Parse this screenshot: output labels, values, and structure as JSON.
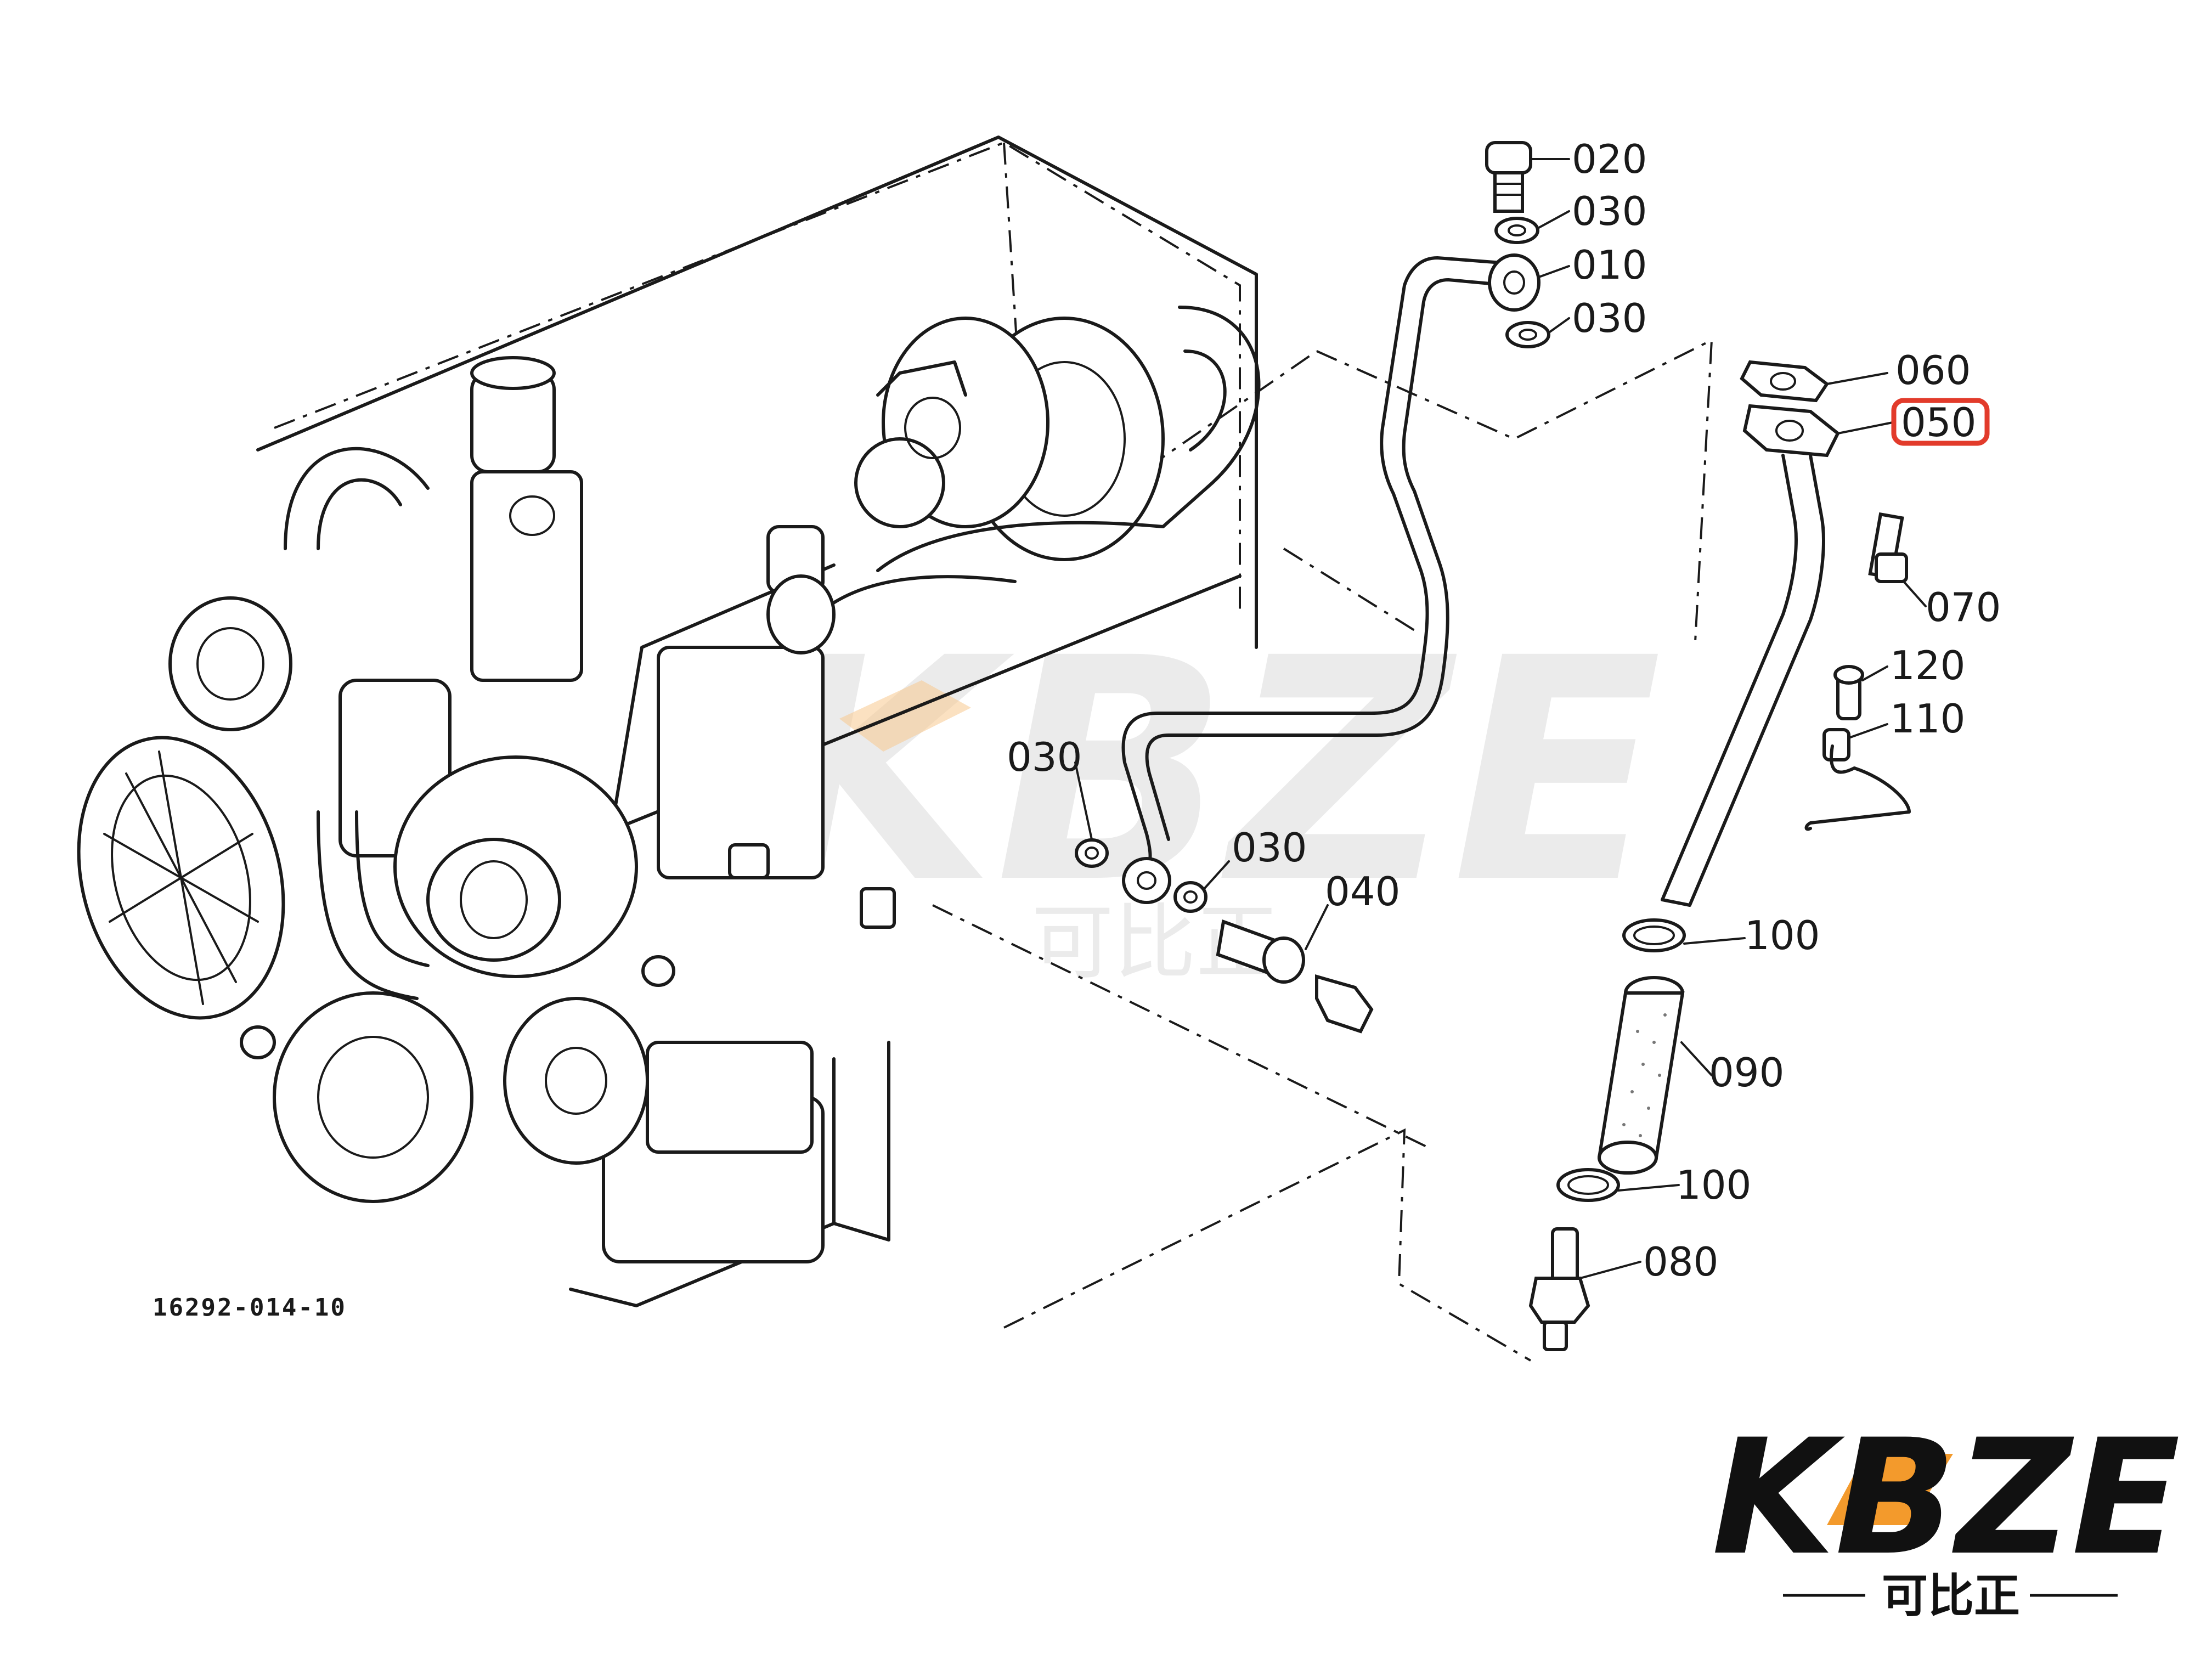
{
  "diagram": {
    "drawing_code": "16292-014-10",
    "part_labels": [
      "020",
      "030",
      "010",
      "030",
      "060",
      "050",
      "070",
      "120",
      "110",
      "030",
      "030",
      "040",
      "100",
      "090",
      "100",
      "080"
    ],
    "highlighted_label": "050",
    "highlight_color": "#e23b2b"
  },
  "watermark": {
    "text": "KBZE",
    "subtext": "可比正"
  },
  "logo": {
    "text": "KBZE",
    "subtext": "可比正",
    "accent_color": "#f39a2c"
  }
}
